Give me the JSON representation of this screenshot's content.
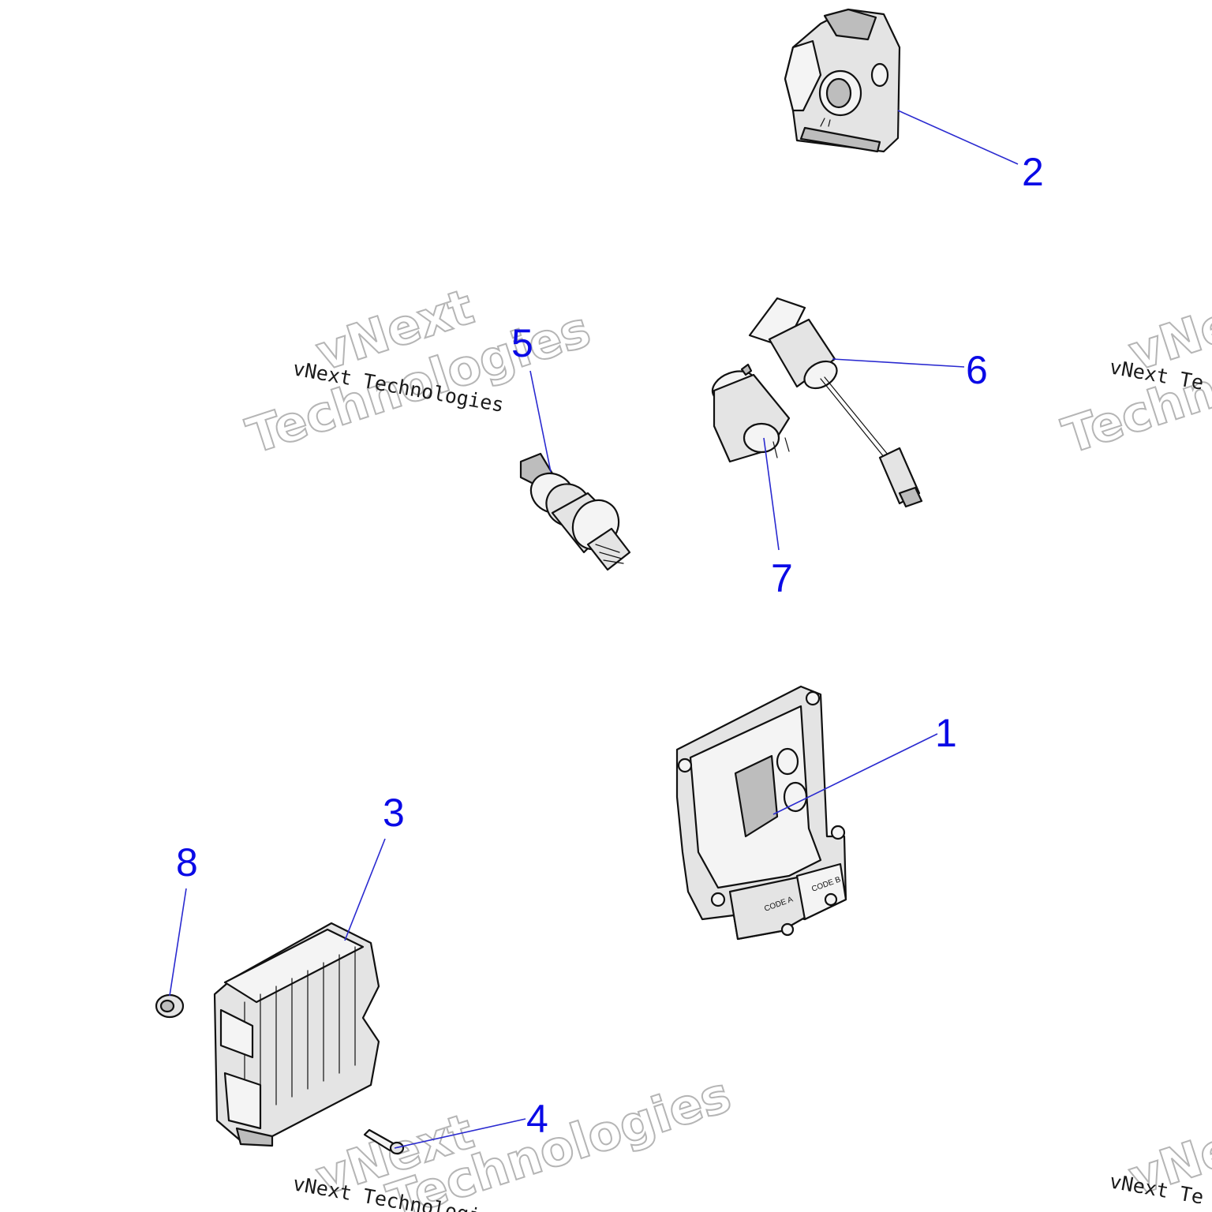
{
  "watermark": {
    "brand": "vNext",
    "suffix": "Technologies",
    "line": "vNext Technologies",
    "partial_line": "vNext Te",
    "partial_suffix": "Technol"
  },
  "callouts": [
    {
      "id": "1",
      "label": "1"
    },
    {
      "id": "2",
      "label": "2"
    },
    {
      "id": "3",
      "label": "3"
    },
    {
      "id": "4",
      "label": "4"
    },
    {
      "id": "5",
      "label": "5"
    },
    {
      "id": "6",
      "label": "6"
    },
    {
      "id": "7",
      "label": "7"
    },
    {
      "id": "8",
      "label": "8"
    }
  ],
  "ecu_codes": {
    "code_a": "CODE A",
    "code_b": "CODE B"
  }
}
